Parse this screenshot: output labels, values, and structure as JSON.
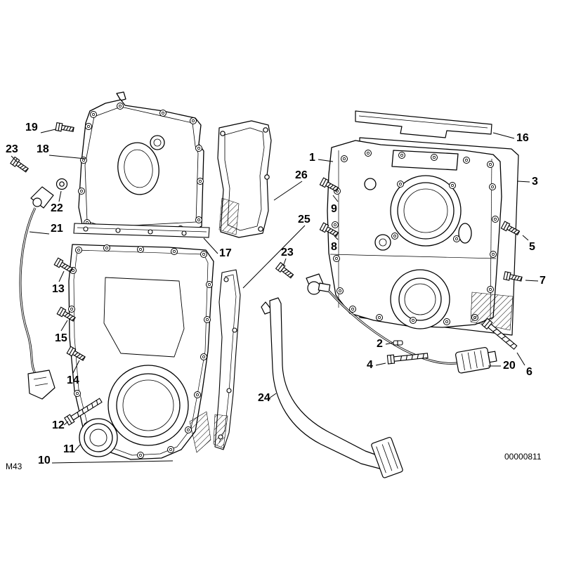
{
  "diagram": {
    "engine_code": "M43",
    "image_number": "00000811",
    "callouts": [
      {
        "ref": "19"
      },
      {
        "ref": "23"
      },
      {
        "ref": "18"
      },
      {
        "ref": "22"
      },
      {
        "ref": "21"
      },
      {
        "ref": "17"
      },
      {
        "ref": "13"
      },
      {
        "ref": "15"
      },
      {
        "ref": "14"
      },
      {
        "ref": "12"
      },
      {
        "ref": "11"
      },
      {
        "ref": "10"
      },
      {
        "ref": "26"
      },
      {
        "ref": "25"
      },
      {
        "ref": "16"
      },
      {
        "ref": "1"
      },
      {
        "ref": "3"
      },
      {
        "ref": "9"
      },
      {
        "ref": "5"
      },
      {
        "ref": "8"
      },
      {
        "ref": "7"
      },
      {
        "ref": "23"
      },
      {
        "ref": "2"
      },
      {
        "ref": "4"
      },
      {
        "ref": "6"
      },
      {
        "ref": "20"
      },
      {
        "ref": "24"
      }
    ]
  }
}
